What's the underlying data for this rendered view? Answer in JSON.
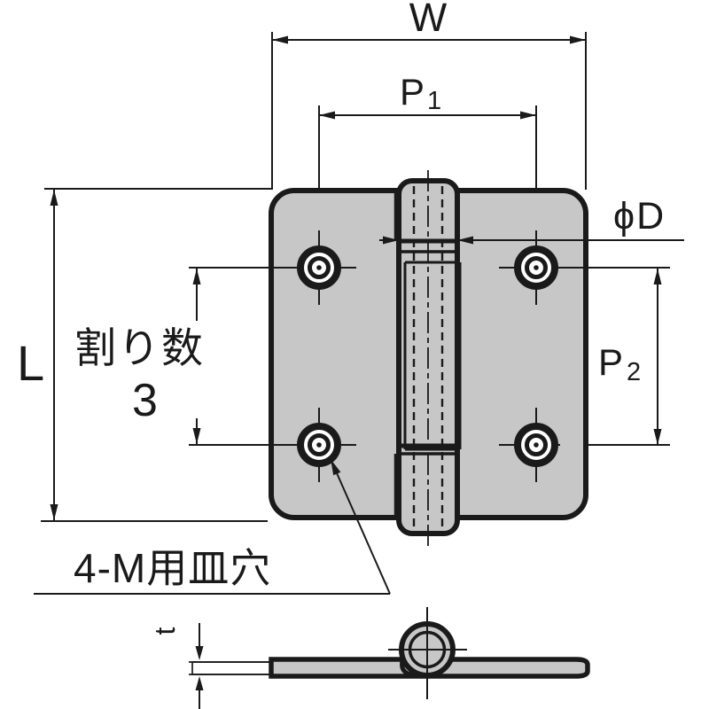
{
  "drawing": {
    "type": "hinge-technical-dimension-drawing",
    "labels": {
      "width": "W",
      "pitch_top": {
        "base": "P",
        "sub": "1"
      },
      "diameter": "ϕD",
      "length": "L",
      "pitch_right": {
        "base": "P",
        "sub": "2"
      },
      "knuckle_division": {
        "label": "割り数",
        "value": "3"
      },
      "countersink_note": "4-M用皿穴",
      "thickness": "t"
    },
    "colors": {
      "line": "#1a1a1a",
      "metal_fill": "#c7c7c7",
      "pin_fill": "#d3d3d3",
      "background": "#ffffff"
    }
  }
}
